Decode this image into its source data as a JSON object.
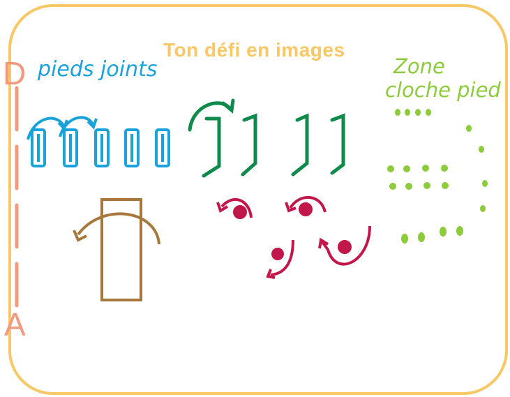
{
  "title": "Ton défi en images",
  "labels": {
    "pieds_joints": "pieds joints",
    "zone_line1": "Zone",
    "zone_line2": "cloche pied",
    "start": "D",
    "arrival": "A"
  },
  "colors": {
    "frame": "#f8c766",
    "start_line": "#f19a7d",
    "pieds_joints": "#1aa3da",
    "zigzag": "#0f8a4a",
    "spin": "#a6783c",
    "turns": "#c2174a",
    "cloche_pied": "#8ccc3a"
  }
}
